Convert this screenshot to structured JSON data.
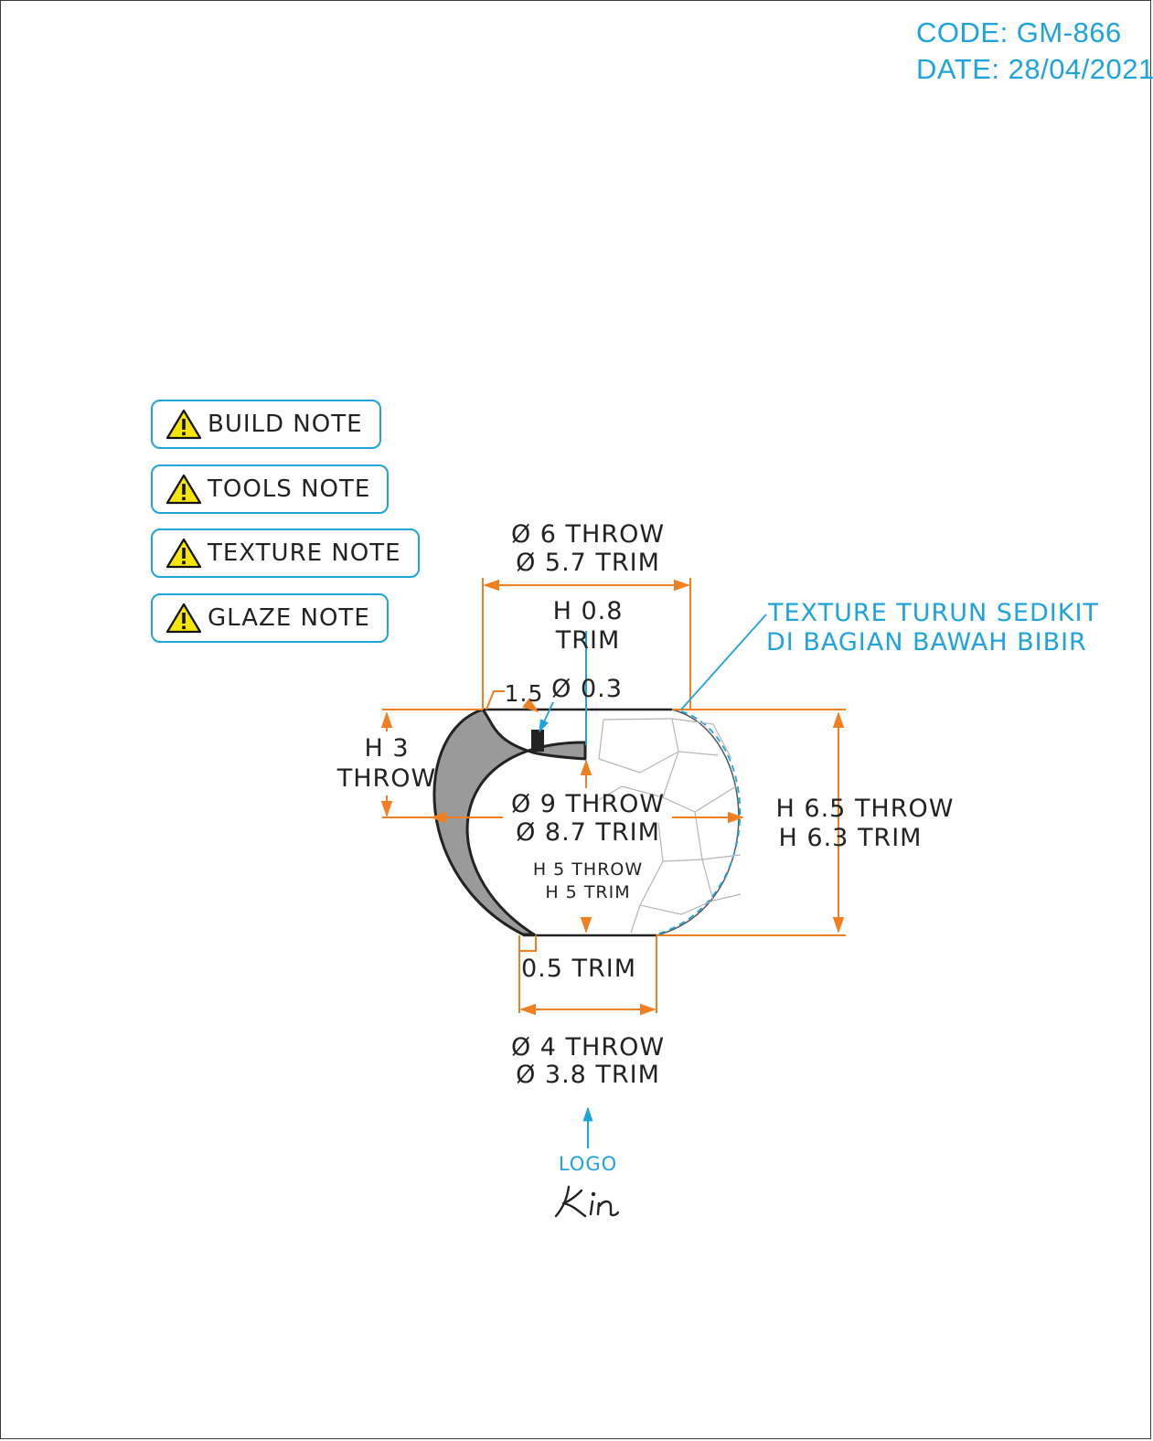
{
  "header": {
    "code": "CODE: GM-866",
    "date": "DATE: 28/04/2021"
  },
  "notes": [
    {
      "label": "BUILD NOTE",
      "icon": "warning-icon"
    },
    {
      "label": "TOOLS NOTE",
      "icon": "warning-icon"
    },
    {
      "label": "TEXTURE NOTE",
      "icon": "warning-icon"
    },
    {
      "label": "GLAZE NOTE",
      "icon": "warning-icon"
    }
  ],
  "dimensions": {
    "rim_throw": "Ø 6 THROW",
    "rim_trim": "Ø 5.7 TRIM",
    "lip_height_1": "H 0.8",
    "lip_height_2": "TRIM",
    "lip_thickness": "1.5",
    "lip_diameter": "Ø 0.3",
    "upper_height_1": "H 3",
    "upper_height_2": "THROW",
    "body_throw": "Ø 9 THROW",
    "body_trim": "Ø 8.7 TRIM",
    "inner_height_throw": "H 5 THROW",
    "inner_height_trim": "H 5 TRIM",
    "total_height_throw": "H 6.5 THROW",
    "total_height_trim": "H 6.3 TRIM",
    "base_thickness": "0.5 TRIM",
    "foot_throw": "Ø 4 THROW",
    "foot_trim": "Ø 3.8 TRIM"
  },
  "annotation": {
    "line1": "TEXTURE TURUN SEDIKIT",
    "line2": "DI BAGIAN BAWAH BIBIR"
  },
  "logo": {
    "label": "LOGO",
    "signature": "Kin"
  },
  "colors": {
    "dimension": "#f07f22",
    "accent": "#1ea3dd",
    "wall": "#9a9a9a",
    "ink": "#222222"
  }
}
